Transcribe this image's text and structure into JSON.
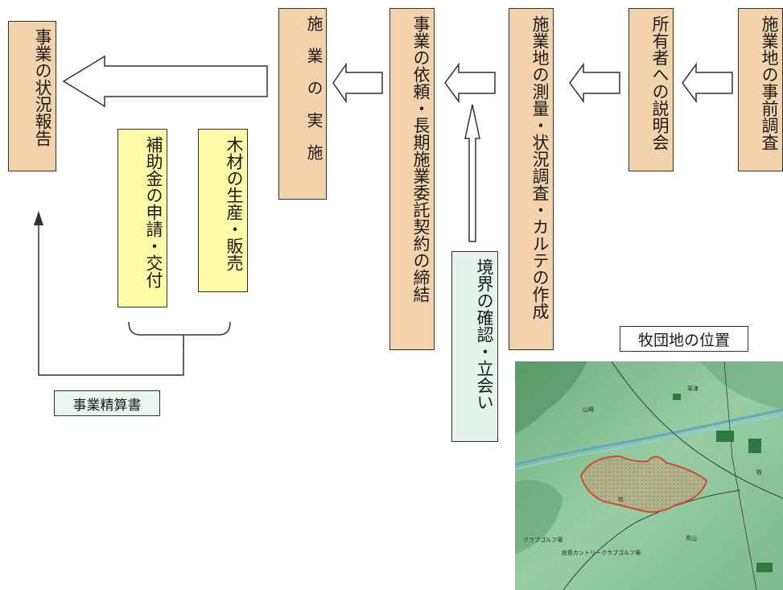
{
  "colors": {
    "step_fill": "#f3d3ab",
    "subsidy_fill": "#fbfaa6",
    "boundary_fill": "#e4f4ea",
    "settlement_fill": "#e9f6ee",
    "map_base": "#8fc79a",
    "pasture_outline": "#d23a2a"
  },
  "steps": {
    "prior_survey": "施業地の事前調査",
    "owner_briefing": "所有者への説明会",
    "survey": "施業地の測量・状況調査・カルテの作成",
    "contract": "事業の依頼・長期施業委託契約の締結",
    "implementation": "施　業　の　実　施",
    "report": "事業の状況報告"
  },
  "side_boxes": {
    "subsidy": "補助金の申請・交付",
    "timber": "木材の生産・販売",
    "boundary": "境界の確認・立会い",
    "settlement": "事業精算書"
  },
  "map": {
    "title": "牧団地の位置",
    "labels": {
      "golf1": "クラブゴルフ場",
      "golf2": "総島カントリークラブゴルフ場",
      "pasture": "牧",
      "place1": "山崎",
      "place2": "草津",
      "place3": "牧",
      "place4": "鳥山"
    }
  }
}
